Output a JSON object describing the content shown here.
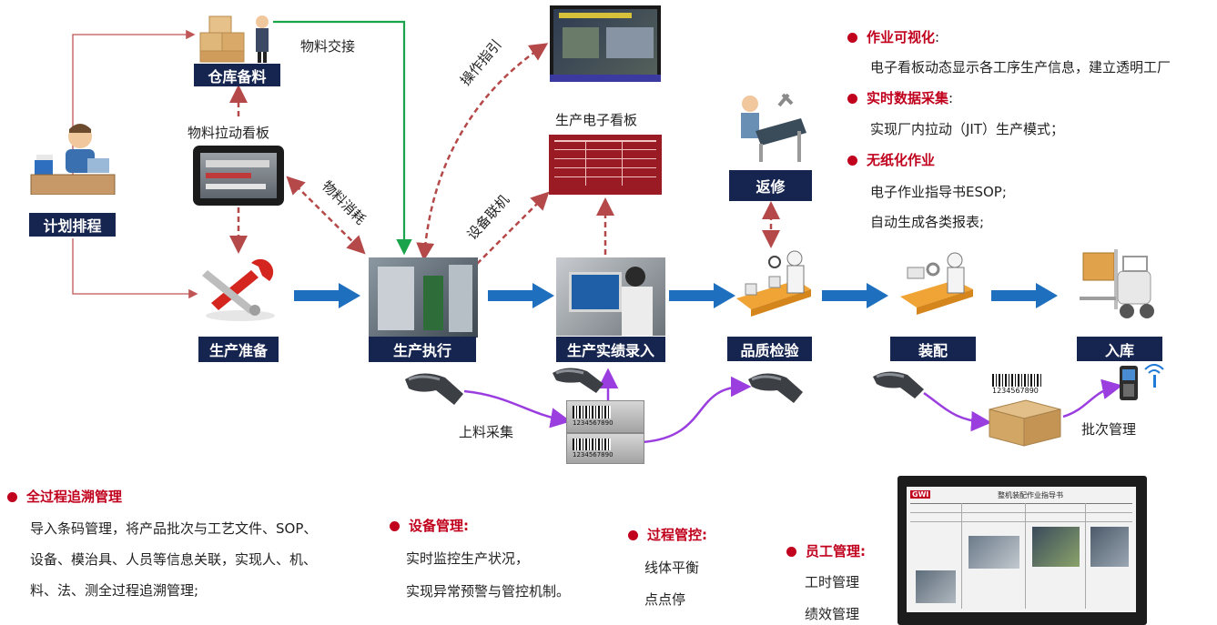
{
  "nodes": {
    "warehouse": "仓库备料",
    "plan": "计划排程",
    "prep": "生产准备",
    "exec": "生产执行",
    "record": "生产实绩录入",
    "repair": "返修",
    "quality": "品质检验",
    "assembly": "装配",
    "storage": "入库"
  },
  "labels": {
    "material_handover": "物料交接",
    "material_pull_board": "物料拉动看板",
    "material_consume": "物料消耗",
    "operation_guide": "操作指引",
    "production_board": "生产电子看板",
    "device_network": "设备联机",
    "feed_collect": "上料采集",
    "batch_mgmt": "批次管理"
  },
  "barcode_digits": "1234567890",
  "right_panel": [
    {
      "title": "作业可视化",
      "colon": ":",
      "lines": [
        "电子看板动态显示各工序生产信息，建立透明工厂"
      ]
    },
    {
      "title": "实时数据采集",
      "colon": ":",
      "lines": [
        "实现厂内拉动（JIT）生产模式；"
      ]
    },
    {
      "title": "无纸化作业",
      "colon": "",
      "lines": [
        "电子作业指导书ESOP;",
        "自动生成各类报表;"
      ]
    }
  ],
  "bottom": {
    "trace": {
      "title": "全过程追溯管理",
      "lines": [
        "导入条码管理，将产品批次与工艺文件、SOP、",
        "设备、模治具、人员等信息关联，实现人、机、",
        "料、法、测全过程追溯管理;"
      ]
    },
    "device": {
      "title": "设备管理:",
      "lines": [
        "实时监控生产状况，",
        "实现异常预警与管控机制。"
      ]
    },
    "process": {
      "title": "过程管控:",
      "lines": [
        "线体平衡",
        "点点停"
      ]
    },
    "staff": {
      "title": "员工管理:",
      "lines": [
        "工时管理",
        "绩效管理"
      ]
    }
  },
  "esop_screen": {
    "logo": "GWI",
    "heading": "整机装配作业指导书"
  },
  "colors": {
    "box": "#16254f",
    "accent_red": "#c0001c",
    "flow_blue": "#1f6fbf",
    "dashed_red": "#b54848",
    "green": "#1aa34a",
    "purple": "#9b3ee0"
  }
}
